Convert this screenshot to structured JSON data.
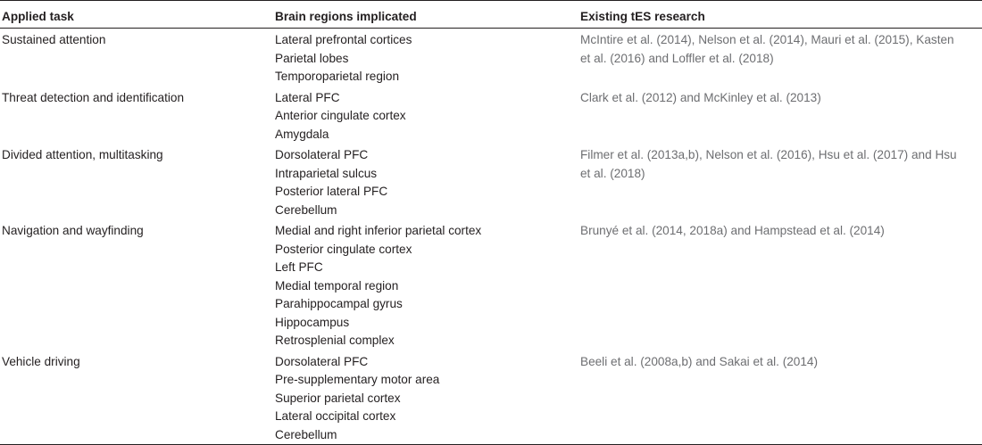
{
  "headers": {
    "task": "Applied task",
    "regions": "Brain regions implicated",
    "research": "Existing tES research"
  },
  "rows": [
    {
      "task": "Sustained attention",
      "regions": [
        "Lateral prefrontal cortices",
        "Parietal lobes",
        "Temporoparietal region"
      ],
      "research": "McIntire et al. (2014), Nelson et al. (2014), Mauri et al. (2015), Kasten et al. (2016) and Loffler et al. (2018)"
    },
    {
      "task": "Threat detection and identification",
      "regions": [
        "Lateral PFC",
        "Anterior cingulate cortex",
        "Amygdala"
      ],
      "research": "Clark et al. (2012) and McKinley et al. (2013)"
    },
    {
      "task": "Divided attention, multitasking",
      "regions": [
        "Dorsolateral PFC",
        "Intraparietal sulcus",
        "Posterior lateral PFC",
        "Cerebellum"
      ],
      "research": "Filmer et al. (2013a,b), Nelson et al. (2016), Hsu et al. (2017) and Hsu et al. (2018)"
    },
    {
      "task": "Navigation and wayfinding",
      "regions": [
        "Medial and right inferior parietal cortex",
        "Posterior cingulate cortex",
        "Left PFC",
        "Medial temporal region",
        "Parahippocampal gyrus",
        "Hippocampus",
        "Retrosplenial complex"
      ],
      "research": "Brunyé et al. (2014, 2018a) and Hampstead et al. (2014)"
    },
    {
      "task": "Vehicle driving",
      "regions": [
        "Dorsolateral PFC",
        "Pre-supplementary motor area",
        "Superior parietal cortex",
        "Lateral occipital cortex",
        "Cerebellum"
      ],
      "research": "Beeli et al. (2008a,b) and Sakai et al. (2014)"
    }
  ]
}
